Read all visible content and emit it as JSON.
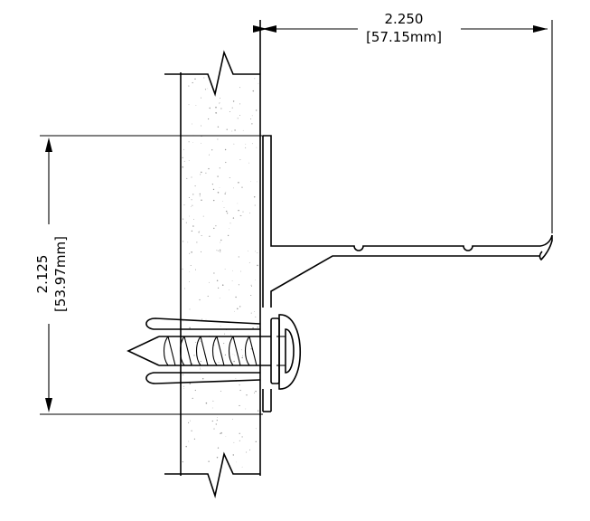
{
  "dimensions": {
    "width": {
      "value": "2.250",
      "metric": "[57.15mm]"
    },
    "height": {
      "value": "2.125",
      "metric": "[53.97mm]"
    }
  },
  "colors": {
    "line": "#000000",
    "fill": "#ffffff",
    "texture": "#9a9a9a"
  }
}
